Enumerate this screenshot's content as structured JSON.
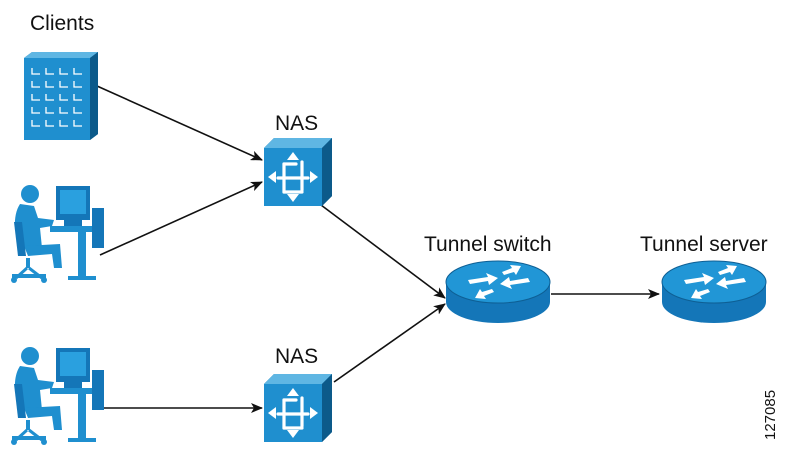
{
  "labels": {
    "clients": "Clients",
    "nas_top": "NAS",
    "nas_bottom": "NAS",
    "tunnel_switch": "Tunnel switch",
    "tunnel_server": "Tunnel server",
    "figure_id": "127085"
  },
  "icons": {
    "clients": "building-icon",
    "workstation_1": "workstation-user-icon",
    "workstation_2": "workstation-user-icon",
    "nas_top": "nas-switch-icon",
    "nas_bottom": "nas-switch-icon",
    "tunnel_switch": "router-icon",
    "tunnel_server": "router-icon"
  },
  "colors": {
    "device_fill": "#1f8fcf",
    "device_dark": "#0f6da5",
    "device_light": "#5fb6e3",
    "line": "#111111"
  }
}
